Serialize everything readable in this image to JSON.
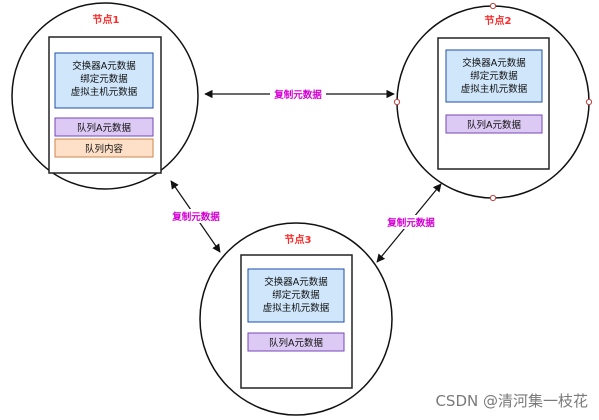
{
  "colors": {
    "node_title": "#ff2b2b",
    "edge_label": "#d400d4",
    "meta_fill": "#cfe6fb",
    "meta_stroke": "#1f4ea8",
    "queue_fill": "#dcc9f4",
    "queue_stroke": "#7646b6",
    "content_fill": "#fde0c7",
    "content_stroke": "#d08348",
    "handle": "#c04040"
  },
  "nodes": [
    {
      "title": "节点1",
      "meta_lines": [
        "交换器A元数据",
        "绑定元数据",
        "虚拟主机元数据"
      ],
      "queue_label": "队列A元数据",
      "content_label": "队列内容"
    },
    {
      "title": "节点2",
      "meta_lines": [
        "交换器A元数据",
        "绑定元数据",
        "虚拟主机元数据"
      ],
      "queue_label": "队列A元数据"
    },
    {
      "title": "节点3",
      "meta_lines": [
        "交换器A元数据",
        "绑定元数据",
        "虚拟主机元数据"
      ],
      "queue_label": "队列A元数据"
    }
  ],
  "edges": [
    {
      "label": "复制元数据"
    },
    {
      "label": "复制元数据"
    },
    {
      "label": "复制元数据"
    }
  ],
  "watermark": "CSDN @清河集一枝花"
}
